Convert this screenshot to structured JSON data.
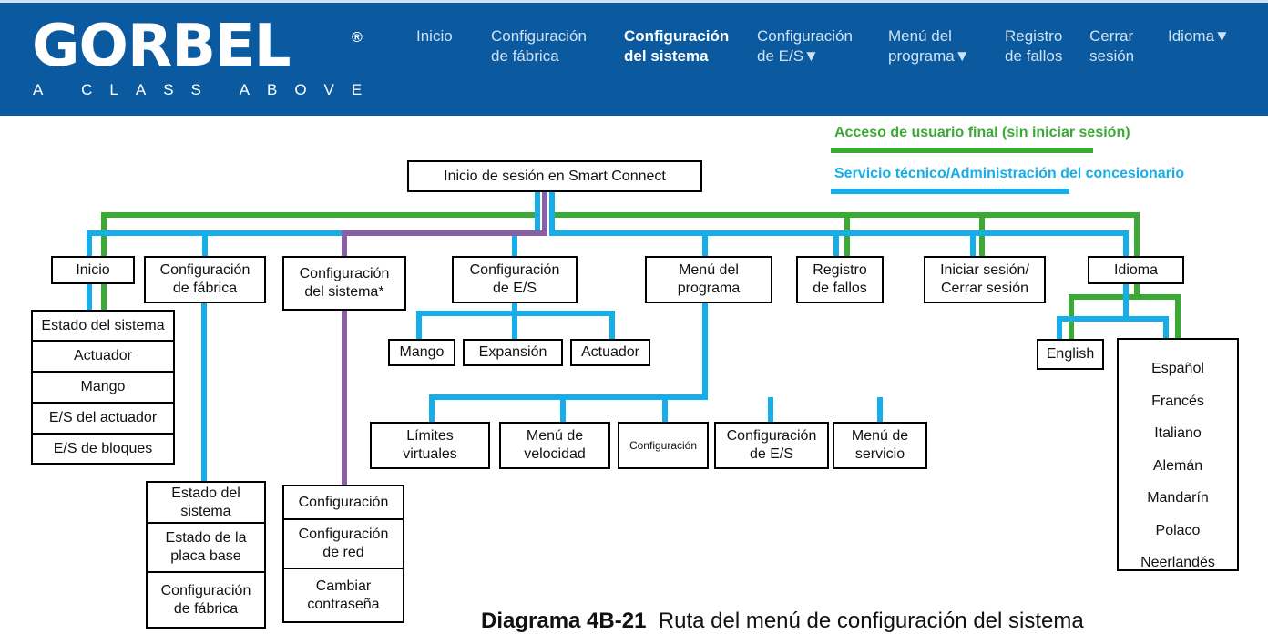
{
  "header": {
    "logo": "GORBEL",
    "registered": "®",
    "tagline": "A CLASS ABOVE",
    "nav": [
      {
        "label": "Inicio"
      },
      {
        "label": "Configuración\nde fábrica"
      },
      {
        "label": "Configuración\ndel sistema",
        "active": true
      },
      {
        "label": "Configuración\nde E/S▼"
      },
      {
        "label": "Menú del\nprograma▼"
      },
      {
        "label": "Registro\nde fallos"
      },
      {
        "label": "Cerrar\nsesión"
      },
      {
        "label": "Idioma▼"
      }
    ]
  },
  "legend": {
    "end_user": "Acceso de usuario final (sin iniciar sesión)",
    "dealer": "Servicio técnico/Administración del concesionario"
  },
  "colors": {
    "green": "#3aaa35",
    "blue": "#15aee8",
    "purple": "#8b5ea8",
    "header_bg": "#0b5a9f"
  },
  "root": "Inicio de sesión en Smart Connect",
  "top_level": {
    "inicio": "Inicio",
    "fabrica": "Configuración\nde fábrica",
    "sistema": "Configuración\ndel sistema*",
    "es": "Configuración\nde E/S",
    "programa": "Menú del\nprograma",
    "fallos": "Registro\nde fallos",
    "sesion": "Iniciar sesión/\nCerrar sesión",
    "idioma": "Idioma"
  },
  "inicio_items": [
    "Estado del sistema",
    "Actuador",
    "Mango",
    "E/S del actuador",
    "E/S de bloques"
  ],
  "fabrica_items": [
    "Estado del\nsistema",
    "Estado de la\nplaca base",
    "Configuración\nde fábrica"
  ],
  "sistema_items": [
    "Configuración",
    "Configuración\nde red",
    "Cambiar\ncontraseña"
  ],
  "es_items": [
    "Mango",
    "Expansión",
    "Actuador"
  ],
  "programa_items": [
    "Límites\nvirtuales",
    "Menú de\nvelocidad",
    "Configuración",
    "Configuración\nde E/S",
    "Menú de\nservicio"
  ],
  "idioma_english": "English",
  "idioma_items": [
    "Español",
    "Francés",
    "Italiano",
    "Alemán",
    "Mandarín",
    "Polaco",
    "Neerlandés"
  ],
  "caption": {
    "number": "Diagrama 4B-21",
    "text": "Ruta del menú de configuración del sistema"
  }
}
